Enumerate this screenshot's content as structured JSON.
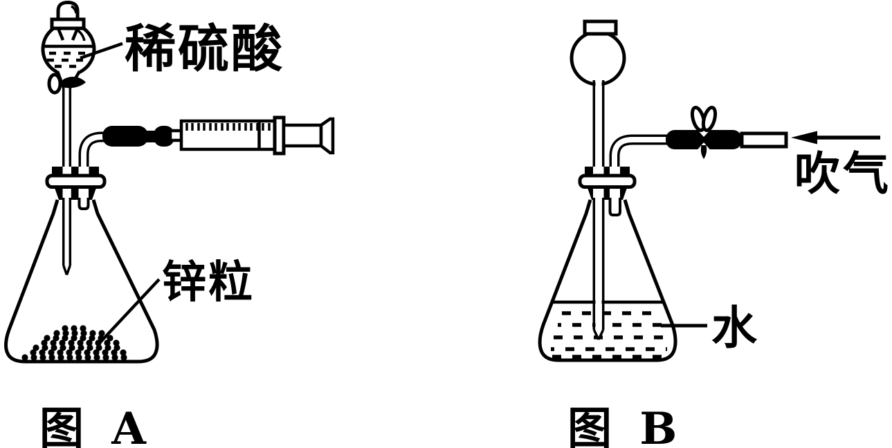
{
  "figure_a": {
    "caption": "图 A",
    "labels": {
      "acid": "稀硫酸",
      "zinc": "锌粒"
    },
    "parts": [
      "dropping-funnel",
      "glass-stopper",
      "stopcock",
      "rubber-tubing",
      "syringe",
      "rubber-stopper",
      "erlenmeyer-flask",
      "zinc-granules"
    ]
  },
  "figure_b": {
    "caption": "图 B",
    "labels": {
      "water": "水",
      "blow": "吹气"
    },
    "parts": [
      "bulb-funnel",
      "rubber-tubing",
      "pinch-clamp",
      "blow-arrow",
      "rubber-stopper",
      "erlenmeyer-flask",
      "water"
    ]
  },
  "colors": {
    "ink": "#000000",
    "background": "#ffffff"
  }
}
